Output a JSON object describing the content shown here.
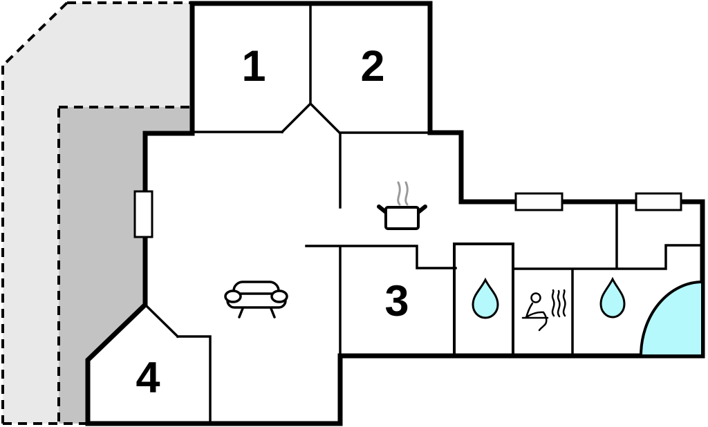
{
  "floor_plan": {
    "rooms": [
      {
        "label": "1"
      },
      {
        "label": "2"
      },
      {
        "label": "3"
      },
      {
        "label": "4"
      }
    ],
    "colors": {
      "wall": "#000000",
      "interior": "#ffffff",
      "terrace_light": "#e9e9e9",
      "terrace_dark": "#c3c3c3",
      "water": "#b5f9fc",
      "steam": "#999999"
    },
    "icons": [
      {
        "name": "sofa-icon"
      },
      {
        "name": "cooking-pot-icon"
      },
      {
        "name": "steam-icon"
      },
      {
        "name": "shower-drop-icon"
      },
      {
        "name": "sauna-icon"
      },
      {
        "name": "bath-drop-icon"
      },
      {
        "name": "corner-bathtub-icon"
      },
      {
        "name": "window-icon"
      }
    ]
  }
}
